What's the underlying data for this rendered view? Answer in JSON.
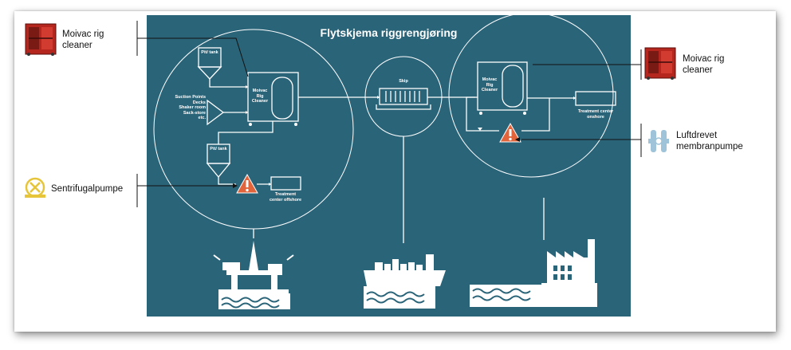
{
  "title": "Flytskjema riggrengjøring",
  "colors": {
    "panel": "#2a6479",
    "line": "#ffffff",
    "warning": "#e2643a",
    "cleaner_red": "#b5261e",
    "pump_yellow": "#e6c53a",
    "membrane_pump": "#9fc3d8"
  },
  "left": {
    "cleaner_label": "Moivac rig cleaner",
    "pump_label": "Sentrifugalpumpe",
    "pit_tank_top": "Pit/ tank",
    "pit_tank_bottom": "Pit/ tank",
    "source_list": [
      "Suction Points",
      "Decks",
      "Shaker room",
      "Sack-store",
      "etc."
    ],
    "cleaner_box": "Moivac Rig Cleaner",
    "treatment": "Treatment center offshore"
  },
  "middle": {
    "ship_label": "Skip"
  },
  "right": {
    "cleaner_label": "Moivac rig cleaner",
    "pump_label": "Luftdrevet membranpumpe",
    "cleaner_box": "Moivac Rig Cleaner",
    "treatment": "Treatment center onshore"
  },
  "icons": {
    "warning": "warning-icon",
    "rig": "oil-rig-icon",
    "ship": "container-ship-icon",
    "factory": "factory-icon",
    "waves": "waves-icon"
  }
}
